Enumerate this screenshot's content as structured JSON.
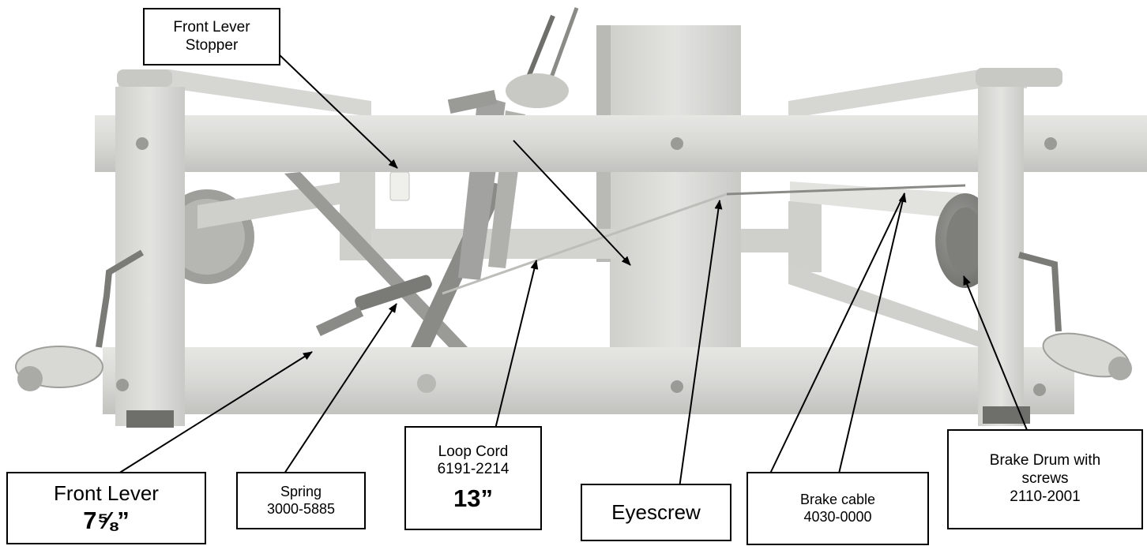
{
  "labels": {
    "front_lever_stopper": {
      "line1": "Front Lever",
      "line2": "Stopper"
    },
    "front_lever": {
      "name": "Front Lever",
      "length": "7⅝”"
    },
    "spring": {
      "name": "Spring",
      "part": "3000-5885"
    },
    "loop_cord": {
      "name": "Loop Cord",
      "part": "6191-2214",
      "length": "13”"
    },
    "eyescrew": {
      "name": "Eyescrew"
    },
    "brake_cable": {
      "name": "Brake cable",
      "part": "4030-0000"
    },
    "brake_drum": {
      "line1": "Brake Drum with",
      "line2": "screws",
      "part": "2110-2001"
    }
  },
  "colors": {
    "wood": "#dcdcd9",
    "wood_shadow": "#b4b4b1",
    "metal": "#8c8c8c",
    "ink": "#000000"
  }
}
